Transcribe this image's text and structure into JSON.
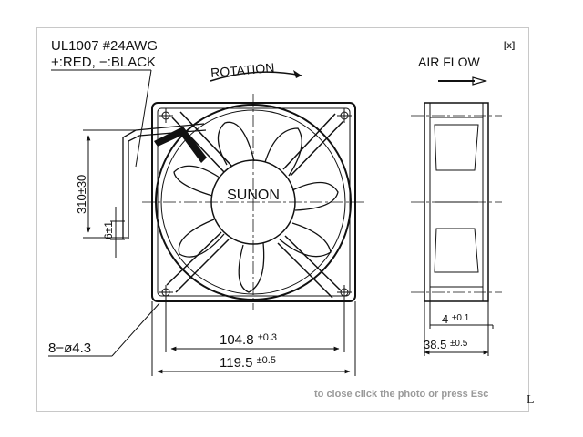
{
  "viewer": {
    "close_button": "[x]",
    "close_hint": "to close click the photo or press Esc",
    "corner_glyph": "L"
  },
  "drawing": {
    "wire_spec_line1": "UL1007  #24AWG",
    "wire_spec_line2": "+:RED,  −:BLACK",
    "rotation_label": "ROTATION",
    "airflow_label": "AIR FLOW",
    "brand": "SUNON",
    "dim_lead_length": "310±30",
    "dim_lead_strip": "6±1",
    "dim_holes": "8−ø4.3",
    "dim_hole_spacing": "104.8",
    "dim_hole_spacing_tol": "±0.3",
    "dim_frame_width": "119.5",
    "dim_frame_width_tol": "±0.5",
    "dim_flange": "4",
    "dim_flange_tol": "±0.1",
    "dim_depth": "38.5",
    "dim_depth_tol": "±0.5"
  }
}
